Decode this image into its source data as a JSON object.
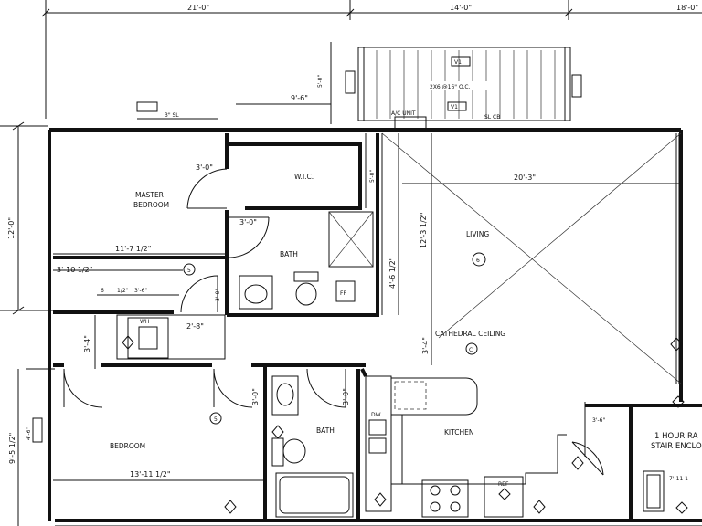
{
  "dimensions": {
    "top_21": "21'-0\"",
    "top_14": "14'-0\"",
    "top_18": "18'-0\"",
    "left_12": "12'-0\"",
    "master_width": "11'-7 1/2\"",
    "dim_3_10": "3'-10 1/2\"",
    "dim_6": "6",
    "dim_1_2": "1/2\"",
    "dim_3_6": "3'-6\"",
    "dim_2_8": "2'-8\"",
    "dim_3_0_wic": "3'-0\"",
    "dim_3_0_bath": "3'-0\"",
    "dim_3_0_vert": "3'-0\"",
    "dim_9_6": "9'-6\"",
    "dim_5_0": "5'-0\"",
    "living_width": "20'-3\"",
    "dim_12_3": "12'-3 1/2\"",
    "dim_4_6": "4'-6 1/2\"",
    "dim_3_4_right": "3'-4\"",
    "dim_3_4_left": "3'-4\"",
    "dim_3_0_bed": "3'-0\"",
    "dim_3_0_bath2": "3'-0\"",
    "bedroom_width": "13'-11 1/2\"",
    "dim_9_5": "9'-5 1/2\"",
    "dim_4_6_left": "4'-6\"",
    "dim_3_6_stair": "3'-6\"",
    "dim_7_11": "7'-11 1"
  },
  "rooms": {
    "master_line1": "MASTER",
    "master_line2": "BEDROOM",
    "wic": "W.I.C.",
    "bath1": "BATH",
    "living": "LIVING",
    "cathedral": "CATHEDRAL CEILING",
    "bedroom": "BEDROOM",
    "bath2": "BATH",
    "kitchen": "KITCHEN",
    "stair_line1": "1 HOUR RA",
    "stair_line2": "STAIR ENCLO"
  },
  "notes": {
    "deck_joists": "2X6 @16\" O.C.",
    "ac_unit": "A/C UNIT",
    "header_tag_left": "3\" SL",
    "header_tag_right": "SL CB",
    "tag_v1": "V1",
    "tag_v1b": "V1",
    "tag_wh": "WH",
    "tag_ref": "REF",
    "tag_dw": "DW",
    "tag_fp": "FP"
  },
  "symbols": {
    "master_num": "5",
    "living_num": "6",
    "bedroom_num": "5",
    "cathedral_num": "C"
  }
}
